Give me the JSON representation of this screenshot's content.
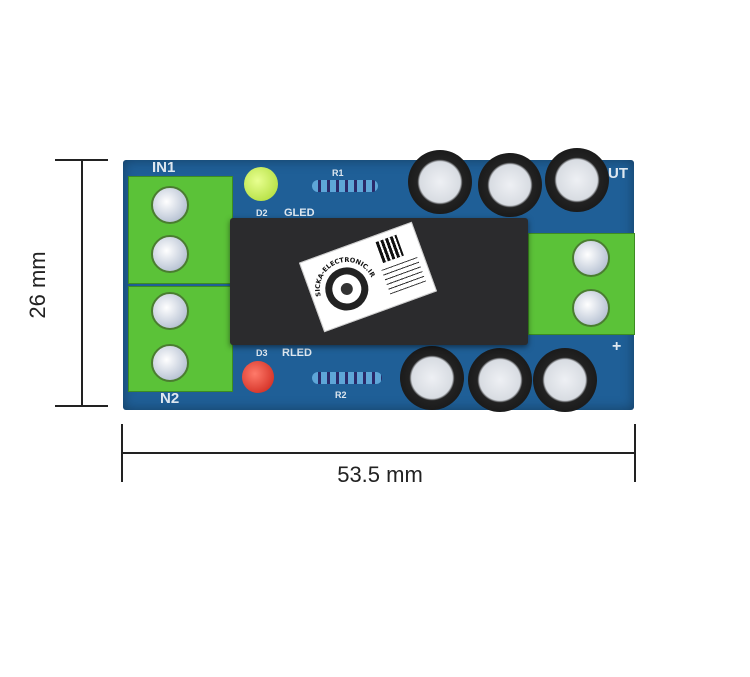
{
  "dimensions": {
    "height_label": "26 mm",
    "width_label": "53.5 mm"
  },
  "board_labels": {
    "in1": "IN1",
    "in2": "N2",
    "out": "UT",
    "plus": "+",
    "d2": "D2",
    "gled": "GLED",
    "d3": "D3",
    "rled": "RLED",
    "r1": "R1",
    "r2": "R2"
  },
  "sticker": {
    "brand": "SICKA-ELECTRONIC.IR"
  },
  "colors": {
    "board": "#1f5f97",
    "terminal": "#5bc238",
    "relay": "#2b2b2d"
  }
}
